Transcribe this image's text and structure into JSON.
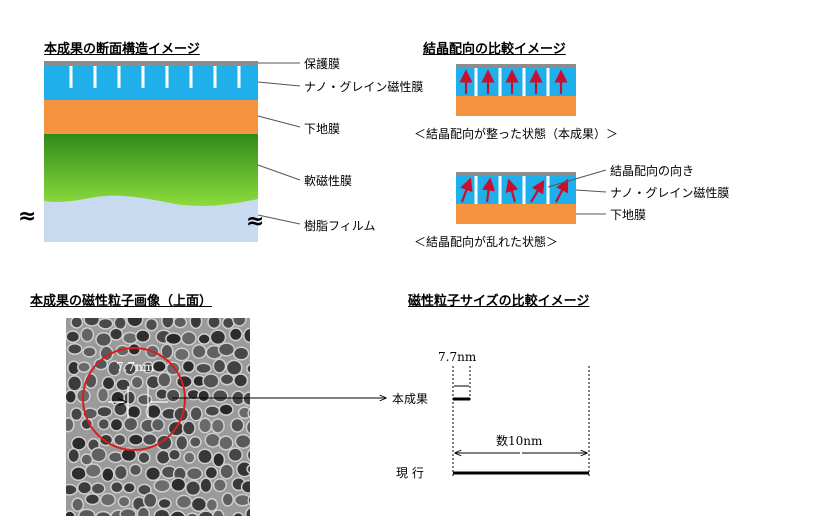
{
  "cross_section": {
    "title": "本成果の断面構造イメージ",
    "labels": {
      "protective": "保護膜",
      "nano_grain": "ナノ・グレイン磁性膜",
      "underlayer": "下地膜",
      "soft_magnetic": "軟磁性膜",
      "resin_film": "樹脂フィルム"
    },
    "break_mark": "≈"
  },
  "orientation": {
    "title": "結晶配向の比較イメージ",
    "aligned_caption": "＜結晶配向が整った状態（本成果）＞",
    "disordered_caption": "＜結晶配向が乱れた状態＞",
    "labels": {
      "direction": "結晶配向の向き",
      "nano_grain": "ナノ・グレイン磁性膜",
      "underlayer": "下地膜"
    }
  },
  "micrograph": {
    "title": "本成果の磁性粒子画像（上面）",
    "scale_label": "7.7nm"
  },
  "size_compare": {
    "title": "磁性粒子サイズの比較イメージ",
    "this_work_label": "本成果",
    "this_work_size": "7.7nm",
    "current_label": "現 行",
    "current_size": "数10nm"
  },
  "colors": {
    "protective": "#8c8c8c",
    "magnetic": "#1fb0ec",
    "underlayer": "#f5933f",
    "soft_top": "#2f8a1a",
    "soft_bottom": "#8ddc3c",
    "resin": "#c8daf0",
    "arrow": "#c8102e",
    "circle": "#d42020"
  }
}
